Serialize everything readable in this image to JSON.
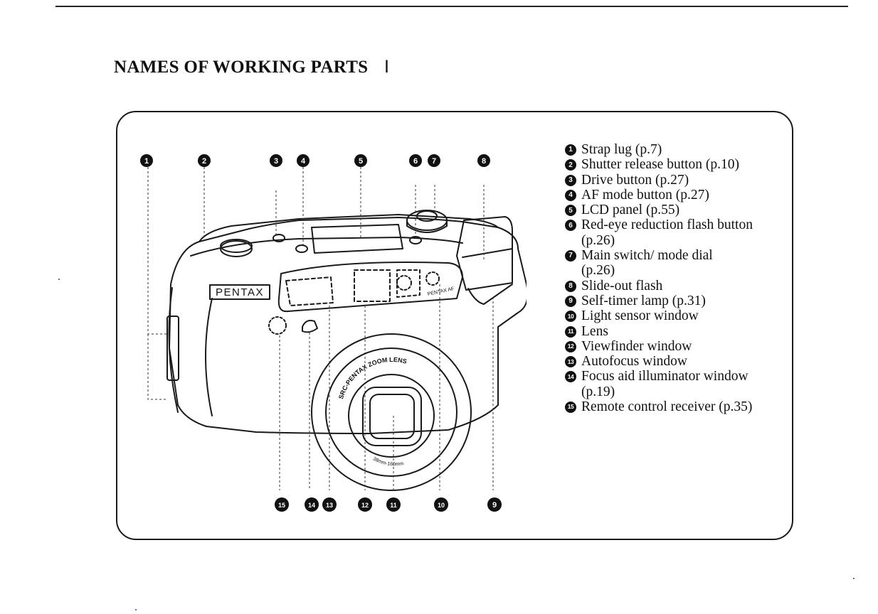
{
  "page": {
    "title": "NAMES OF WORKING PARTS",
    "title_marker": "I"
  },
  "figure": {
    "brand": "PENTAX",
    "lens_ring_text": "SRC-PENTAX ZOOM LENS",
    "lens_range_text": "38mm-160mm",
    "model_text": "PENTAX AF",
    "callouts": [
      "1",
      "2",
      "3",
      "4",
      "5",
      "6",
      "7",
      "8",
      "9",
      "10",
      "11",
      "12",
      "13",
      "14",
      "15"
    ]
  },
  "parts": [
    {
      "num": "1",
      "lines": [
        "Strap lug (p.7)"
      ]
    },
    {
      "num": "2",
      "lines": [
        "Shutter release button (p.10)"
      ]
    },
    {
      "num": "3",
      "lines": [
        "Drive button (p.27)"
      ]
    },
    {
      "num": "4",
      "lines": [
        "AF mode button (p.27)"
      ]
    },
    {
      "num": "5",
      "lines": [
        "LCD panel (p.55)"
      ]
    },
    {
      "num": "6",
      "lines": [
        "Red-eye reduction flash button",
        "(p.26)"
      ]
    },
    {
      "num": "7",
      "lines": [
        "Main switch/ mode dial",
        "(p.26)"
      ]
    },
    {
      "num": "8",
      "lines": [
        "Slide-out flash"
      ]
    },
    {
      "num": "9",
      "lines": [
        "Self-timer lamp (p.31)"
      ]
    },
    {
      "num": "10",
      "lines": [
        "Light sensor window"
      ]
    },
    {
      "num": "11",
      "lines": [
        "Lens"
      ]
    },
    {
      "num": "12",
      "lines": [
        "Viewfinder window"
      ]
    },
    {
      "num": "13",
      "lines": [
        "Autofocus window"
      ]
    },
    {
      "num": "14",
      "lines": [
        "Focus aid illuminator window",
        "(p.19)"
      ]
    },
    {
      "num": "15",
      "lines": [
        "Remote control receiver (p.35)"
      ]
    }
  ],
  "colors": {
    "ink": "#111111",
    "paper": "#ffffff"
  }
}
